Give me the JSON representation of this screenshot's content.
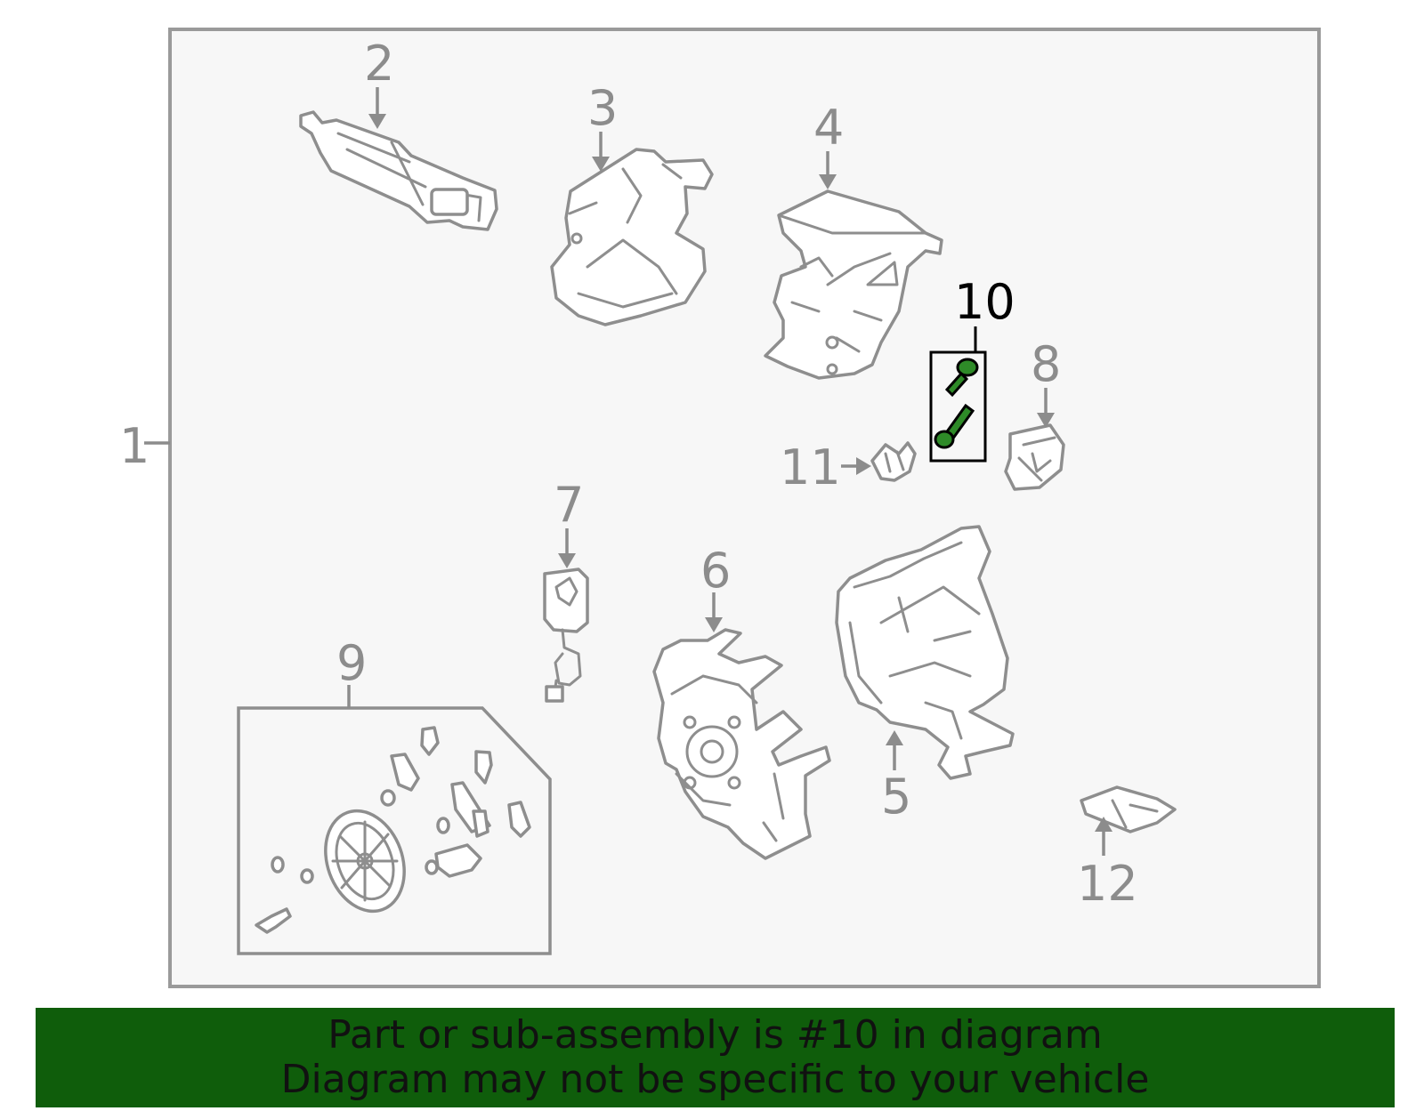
{
  "labels": {
    "p1": "1",
    "p2": "2",
    "p3": "3",
    "p4": "4",
    "p5": "5",
    "p6": "6",
    "p7": "7",
    "p8": "8",
    "p9": "9",
    "p10": "10",
    "p11": "11",
    "p12": "12"
  },
  "highlight": {
    "part": "10",
    "color": "#1f7a1a"
  },
  "banner": {
    "line1": "Part or sub-assembly is #10 in diagram",
    "line2": "Diagram may not be specific to your vehicle",
    "background": "#0f5d0b"
  }
}
